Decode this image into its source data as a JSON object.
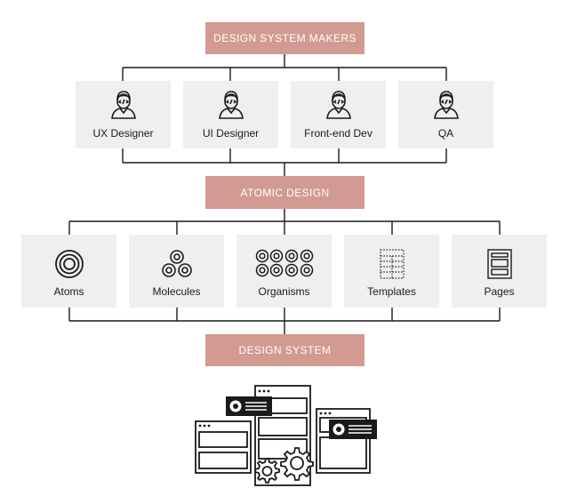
{
  "banners": {
    "makers": "DESIGN SYSTEM MAKERS",
    "atomic": "ATOMIC DESIGN",
    "system": "DESIGN SYSTEM"
  },
  "roles": [
    {
      "label": "UX Designer",
      "icon": "developer-avatar-icon"
    },
    {
      "label": "UI Designer",
      "icon": "developer-avatar-icon"
    },
    {
      "label": "Front-end Dev",
      "icon": "developer-avatar-icon"
    },
    {
      "label": "QA",
      "icon": "developer-avatar-icon"
    }
  ],
  "stages": [
    {
      "label": "Atoms",
      "icon": "concentric-circles-icon"
    },
    {
      "label": "Molecules",
      "icon": "circle-cluster-icon"
    },
    {
      "label": "Organisms",
      "icon": "circle-grid-icon"
    },
    {
      "label": "Templates",
      "icon": "dotted-grid-icon"
    },
    {
      "label": "Pages",
      "icon": "page-layout-icon"
    }
  ],
  "colors": {
    "banner": "#d29a91",
    "card": "#efefef",
    "line": "#1a1a1a"
  },
  "illustration": "design-system-windows-gears-icon"
}
